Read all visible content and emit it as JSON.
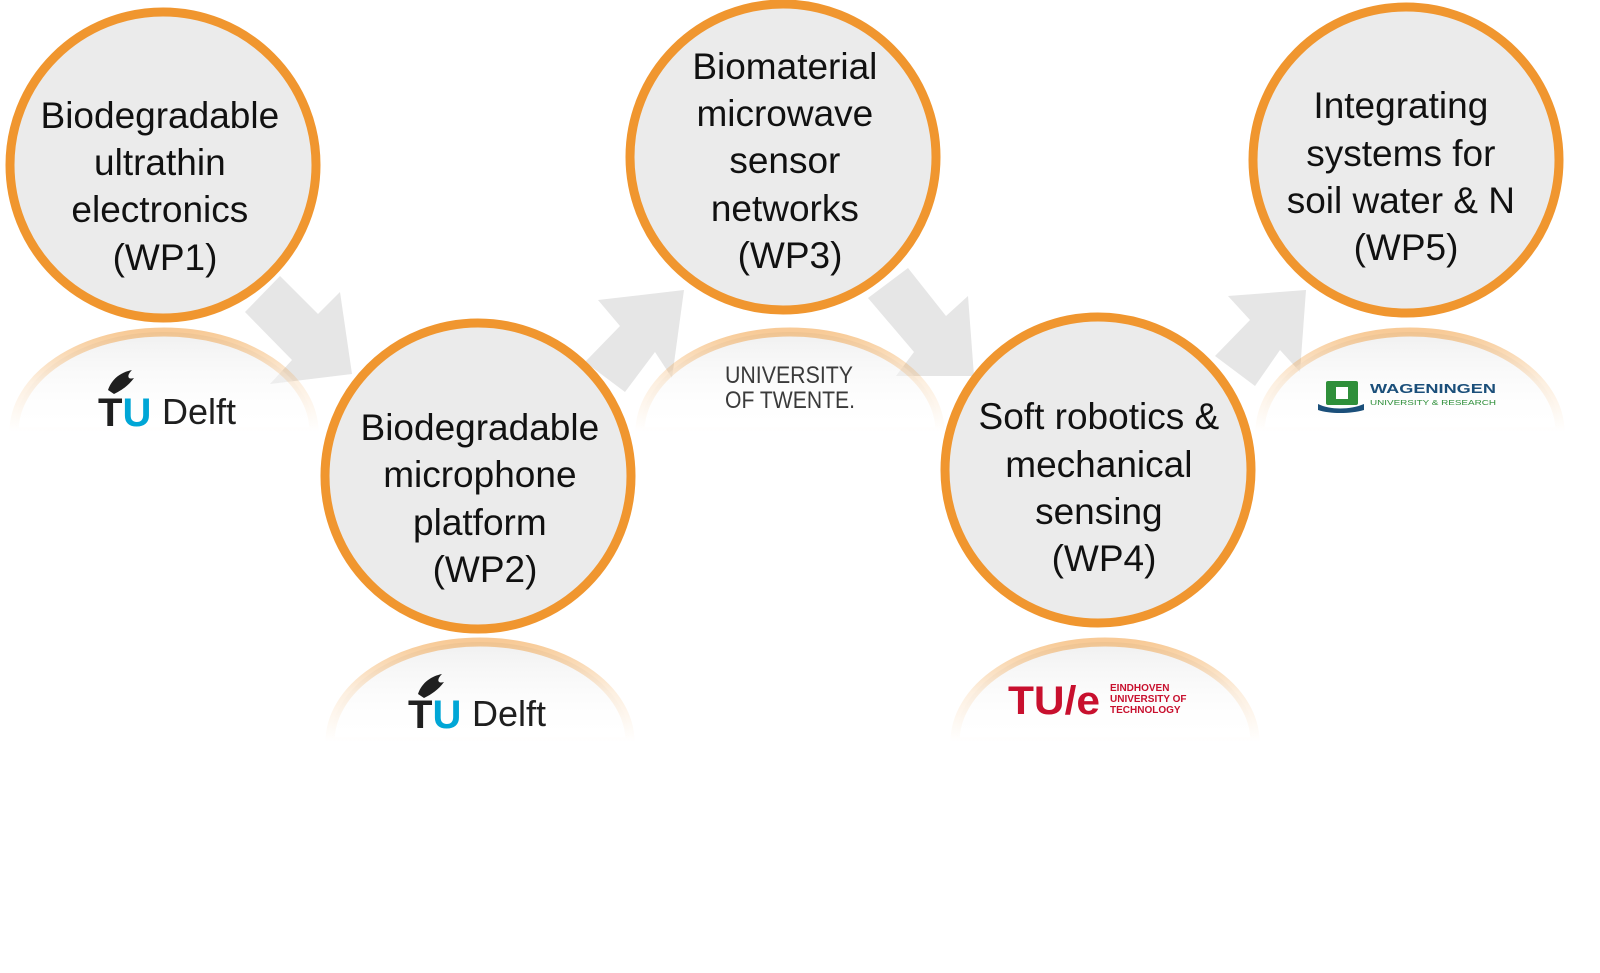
{
  "colors": {
    "circle_fill": "#ebebeb",
    "circle_stroke": "#f0962f",
    "arrow": "#e6e6e6",
    "tudelft_dark": "#1f1f1f",
    "tudelft_blue": "#00a6d6",
    "tue_red": "#c8102e",
    "wur_green": "#2f8f3a",
    "wur_blue": "#1b4f7a"
  },
  "nodes": [
    {
      "id": "wp1",
      "lines": [
        "Biodegradable",
        "ultrathin",
        "electronics",
        "(WP1)"
      ],
      "logo": "tudelft"
    },
    {
      "id": "wp2",
      "lines": [
        "Biodegradable",
        "microphone",
        "platform",
        "(WP2)"
      ],
      "logo": "tudelft"
    },
    {
      "id": "wp3",
      "lines": [
        "Biomaterial",
        "microwave",
        "sensor",
        "networks",
        "(WP3)"
      ],
      "logo": "utwente"
    },
    {
      "id": "wp4",
      "lines": [
        "Soft robotics &",
        "mechanical",
        "sensing",
        "(WP4)"
      ],
      "logo": "tue"
    },
    {
      "id": "wp5",
      "lines": [
        "Integrating",
        "systems for",
        "soil water & N",
        "(WP5)"
      ],
      "logo": "wur"
    }
  ],
  "logos": {
    "tudelft": {
      "tu": "TU",
      "delft": "Delft"
    },
    "utwente": {
      "line1": "UNIVERSITY",
      "line2": "OF TWENTE."
    },
    "tue": {
      "mark": "TU/e",
      "line1": "EINDHOVEN",
      "line2": "UNIVERSITY OF",
      "line3": "TECHNOLOGY"
    },
    "wur": {
      "name": "WAGENINGEN",
      "sub": "UNIVERSITY & RESEARCH"
    }
  }
}
